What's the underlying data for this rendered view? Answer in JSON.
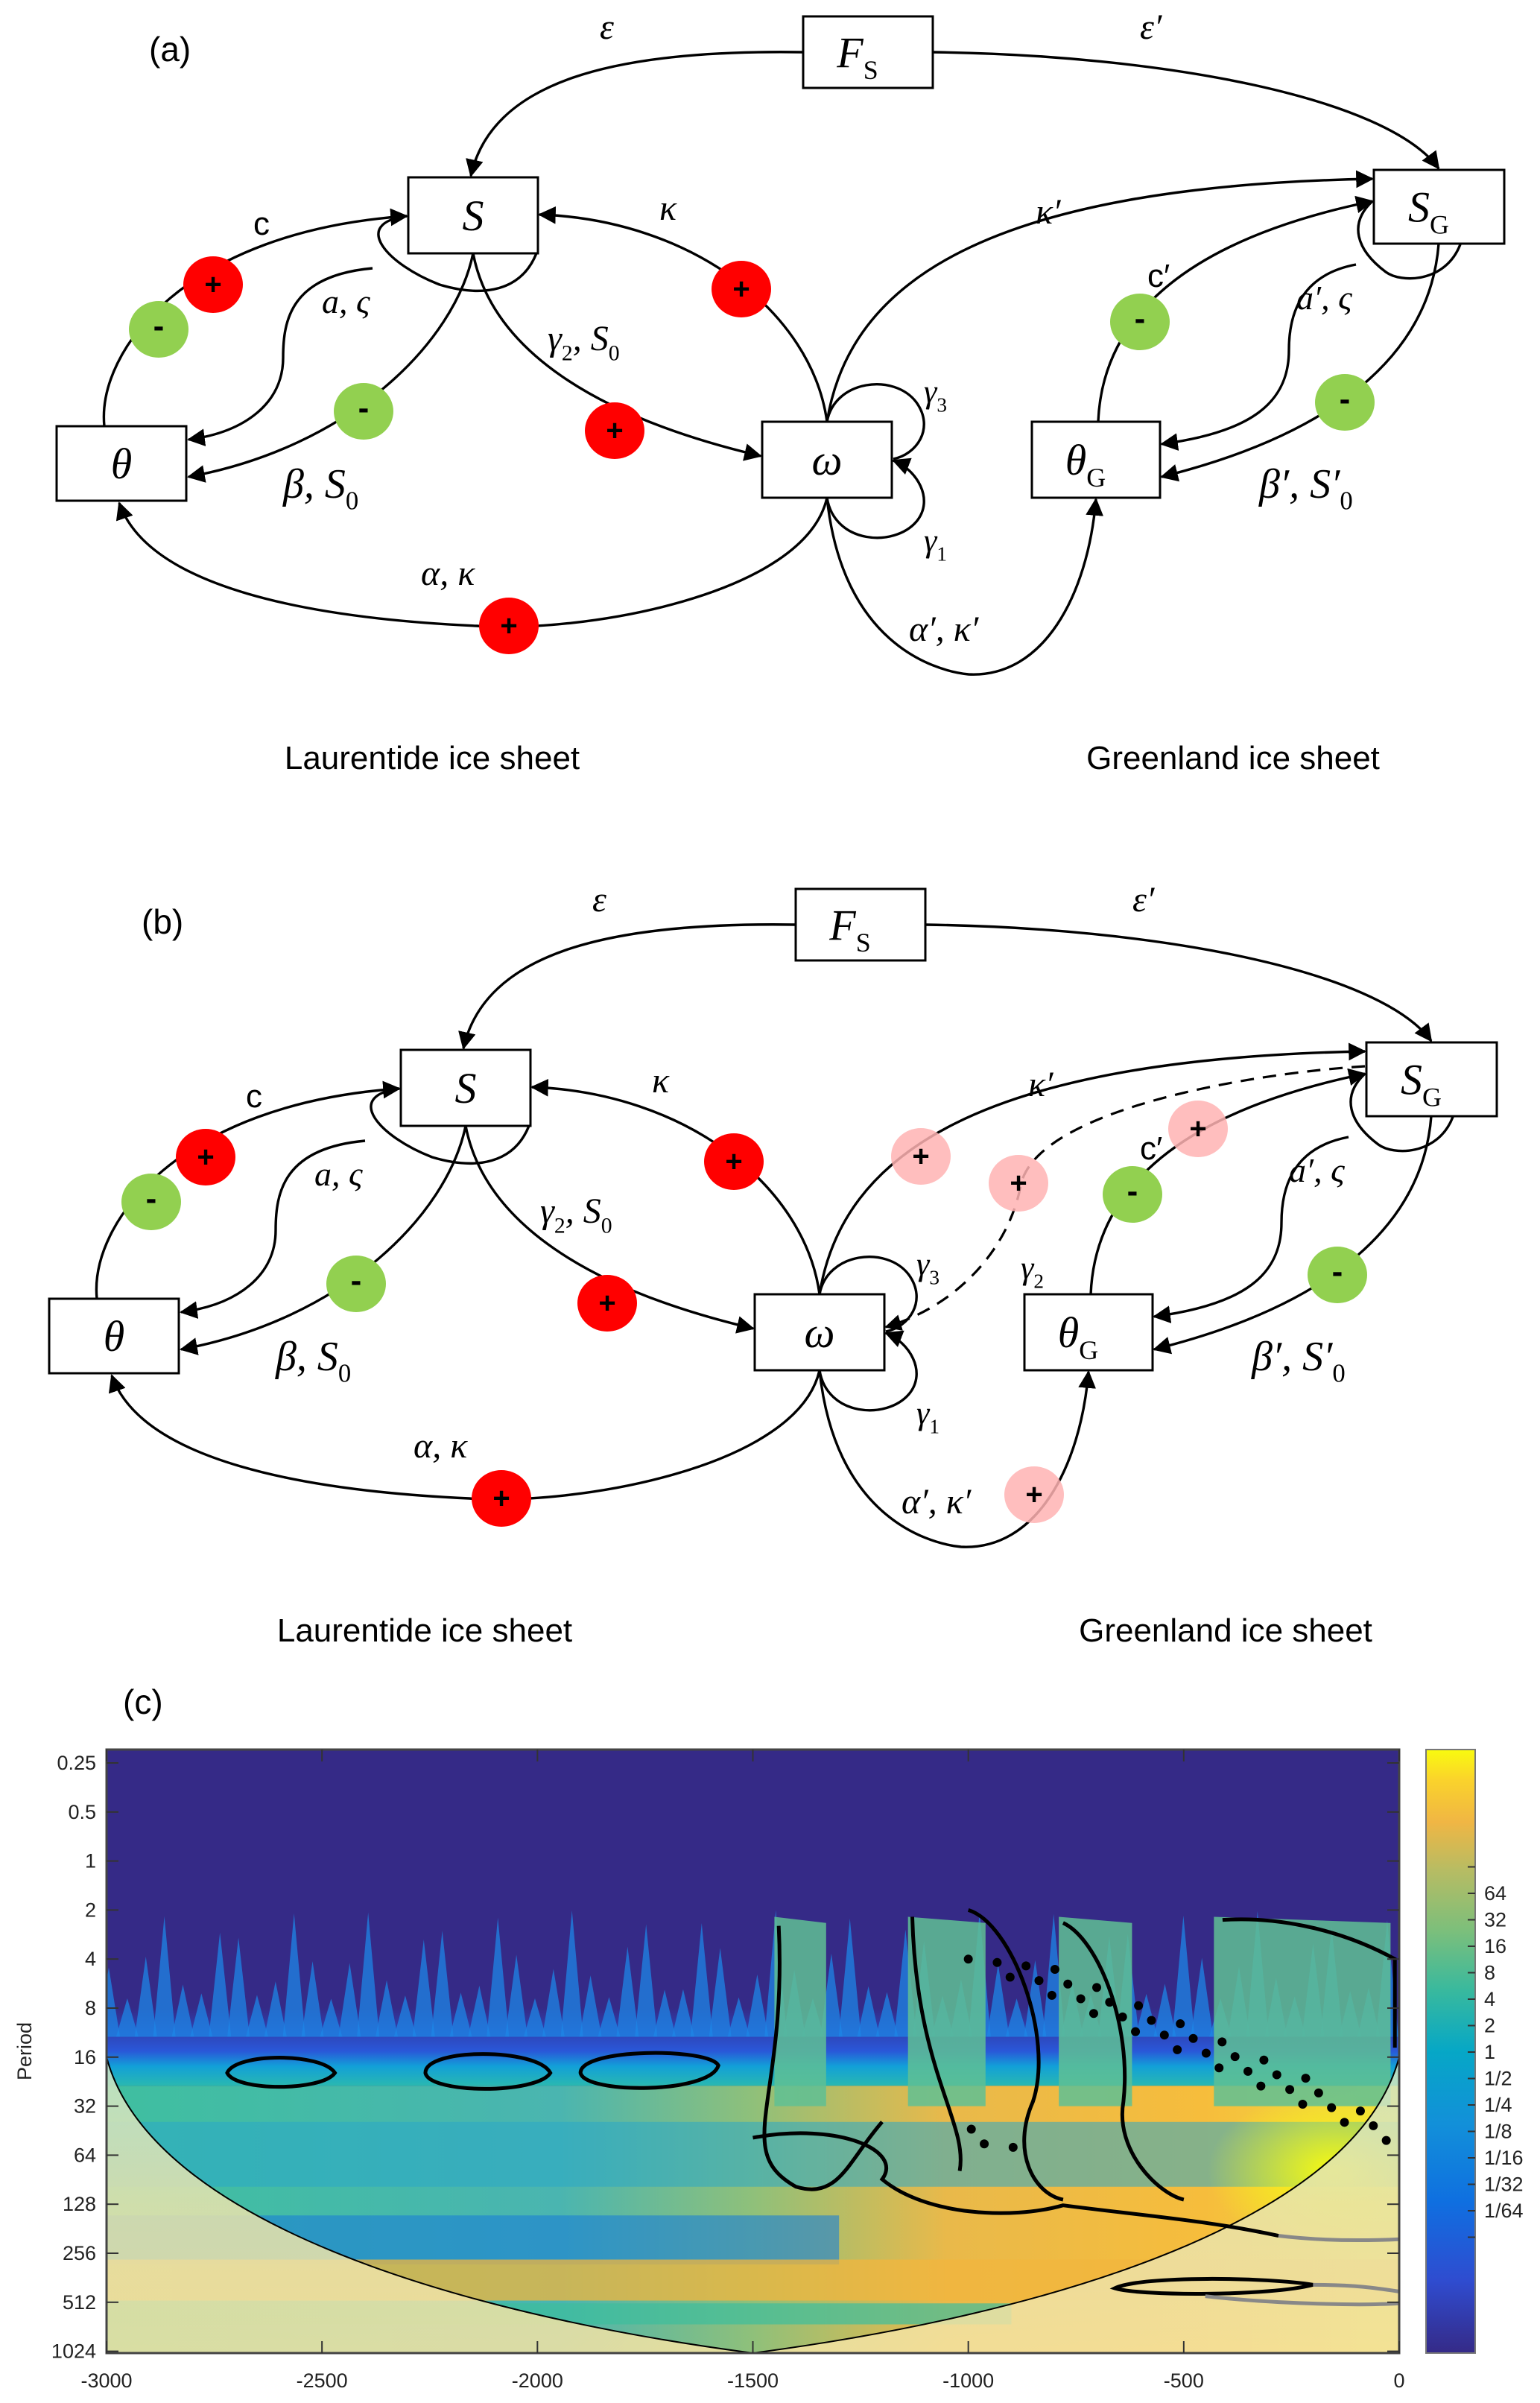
{
  "panels": [
    {
      "id": "a",
      "label": "(a)",
      "nodes": {
        "Fs": {
          "main": "F",
          "sub": "S"
        },
        "S": {
          "main": "S",
          "sub": ""
        },
        "SG": {
          "main": "S",
          "sub": "G"
        },
        "theta": {
          "main": "θ",
          "sub": ""
        },
        "omega": {
          "main": "ω",
          "sub": ""
        },
        "thetaG": {
          "main": "θ",
          "sub": "G"
        }
      },
      "edge_labels": {
        "eps": "ε",
        "eps_p": "ε′",
        "c": "c",
        "kappa": "κ",
        "kappa_p": "κ′",
        "a_zeta": "a, ς",
        "gamma2_S0": {
          "main": "γ",
          "sub": "2",
          "rest": ", S",
          "sub2": "0"
        },
        "beta_S0": {
          "main": "β, S",
          "sub": "0"
        },
        "gamma3": {
          "main": "γ",
          "sub": "3"
        },
        "gamma1": {
          "main": "γ",
          "sub": "1"
        },
        "alpha_kappa": "α, κ",
        "alpha_p_kappa_p": "α′, κ′",
        "c_p": "c′",
        "a_p_zeta": "a′, ς",
        "beta_p_S0_p": {
          "main": "β′, S′",
          "sub": "0"
        }
      },
      "signs": [
        {
          "edge": "theta→S (c)",
          "sign": "+",
          "color": "#ff0000"
        },
        {
          "edge": "theta→S (c)",
          "sign": "-",
          "color": "#92d050"
        },
        {
          "edge": "S→theta (β,S0)",
          "sign": "-",
          "color": "#92d050"
        },
        {
          "edge": "omega→S (κ)",
          "sign": "+",
          "color": "#ff0000"
        },
        {
          "edge": "S→omega (γ2,S0)",
          "sign": "+",
          "color": "#ff0000"
        },
        {
          "edge": "omega→theta (α,κ)",
          "sign": "+",
          "color": "#ff0000"
        },
        {
          "edge": "thetaG→SG (c′)",
          "sign": "-",
          "color": "#92d050"
        },
        {
          "edge": "SG→thetaG (β′,S′0)",
          "sign": "-",
          "color": "#92d050"
        }
      ],
      "region_labels": {
        "left": "Laurentide ice sheet",
        "right": "Greenland ice sheet"
      }
    },
    {
      "id": "b",
      "label": "(b)",
      "extra_edge_label": {
        "main": "γ",
        "sub": "2"
      },
      "extra_signs": [
        {
          "edge": "omega→SG (κ′)",
          "sign": "+",
          "color": "#ffb3b3"
        },
        {
          "edge": "SG→omega (γ2, dashed)",
          "sign": "+",
          "color": "#ffb3b3"
        },
        {
          "edge": "thetaG→SG (c′)",
          "sign": "+",
          "color": "#ffb3b3"
        },
        {
          "edge": "omega→thetaG (α′,κ′)",
          "sign": "+",
          "color": "#ffb3b3"
        }
      ],
      "region_labels": {
        "left": "Laurentide ice sheet",
        "right": "Greenland ice sheet"
      }
    }
  ],
  "chart_data": {
    "type": "heatmap",
    "label": "(c)",
    "title": "",
    "xlabel": "",
    "ylabel": "Period",
    "x_ticks": [
      -3000,
      -2500,
      -2000,
      -1500,
      -1000,
      -500,
      0
    ],
    "x_tick_labels": [
      "-3000",
      "-2500",
      "-2000",
      "-1500",
      "-1000",
      "-500",
      "0"
    ],
    "xlim": [
      -3000,
      0
    ],
    "y_scale": "log2",
    "y_ticks": [
      0.25,
      0.5,
      1,
      2,
      4,
      8,
      16,
      32,
      64,
      128,
      256,
      512,
      1024
    ],
    "y_tick_labels": [
      "0.25",
      "0.5",
      "1",
      "2",
      "4",
      "8",
      "16",
      "32",
      "64",
      "128",
      "256",
      "512",
      "1024"
    ],
    "ylim": [
      0.25,
      1024
    ],
    "y_reversed": true,
    "colorbar": {
      "scale": "log2",
      "tick_labels": [
        "64",
        "32",
        "16",
        "8",
        "4",
        "2",
        "1",
        "1/2",
        "1/4",
        "1/8",
        "1/16",
        "1/32",
        "1/64"
      ],
      "tick_values": [
        64,
        32,
        16,
        8,
        4,
        2,
        1,
        0.5,
        0.25,
        0.125,
        0.0625,
        0.03125,
        0.015625
      ],
      "colormap": "parula",
      "low_color": "#352a87",
      "high_color": "#f9fb0e"
    },
    "features": {
      "high_power_band_periods": [
        16,
        32
      ],
      "significant_region_x_range": [
        -1500,
        0
      ],
      "significant_region_periods": [
        2,
        128
      ],
      "long_period_ridge_period": 400,
      "cone_of_influence_apex": {
        "x": -1500,
        "period": 1024
      }
    }
  }
}
